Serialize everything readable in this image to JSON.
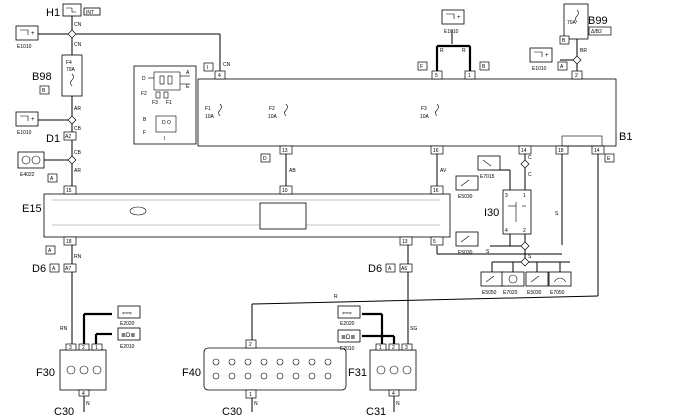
{
  "components": {
    "H1": "H1",
    "B98": "B98",
    "D1": "D1",
    "B99": "B99",
    "B1": "B1",
    "E15": "E15",
    "I30": "I30",
    "D6": "D6",
    "F30": "F30",
    "F40": "F40",
    "F31": "F31",
    "C30": "C30",
    "C31": "C31"
  },
  "ground_refs": {
    "E1010": "E1010",
    "E4022": "E4022",
    "E7015": "E7015",
    "E5030": "E5030",
    "E5050": "E5050",
    "E7020": "E7020",
    "E7050": "E7050",
    "E2020": "E2020",
    "E2010": "E2010"
  },
  "wire_colors": {
    "CN": "CN",
    "AR": "AR",
    "CB": "CB",
    "BR": "BR",
    "R": "R",
    "AB": "AB",
    "AV": "AV",
    "C": "C",
    "S": "S",
    "RN": "RN",
    "SG": "SG",
    "N": "N"
  },
  "section_tags": {
    "A": "A",
    "B": "B",
    "D": "D",
    "E": "E",
    "F": "F",
    "I": "I"
  },
  "connectors": {
    "A2": "A2",
    "A7": "A7",
    "A6": "A6"
  },
  "labels": {
    "int": "INT",
    "b99_code": "Δ/B2",
    "fuse_f4": "F4",
    "fuse_rating_10a": "10A",
    "fuse_rating_70a": "70A",
    "fuse_f1": "F1",
    "fuse_f2": "F2",
    "fuse_f3": "F3"
  },
  "pins": {
    "p1": "1",
    "p2": "2",
    "p3": "3",
    "p4": "4",
    "p5": "5",
    "p10": "10",
    "p13": "13",
    "p14": "14",
    "p15": "15",
    "p16": "16",
    "p18": "18"
  }
}
